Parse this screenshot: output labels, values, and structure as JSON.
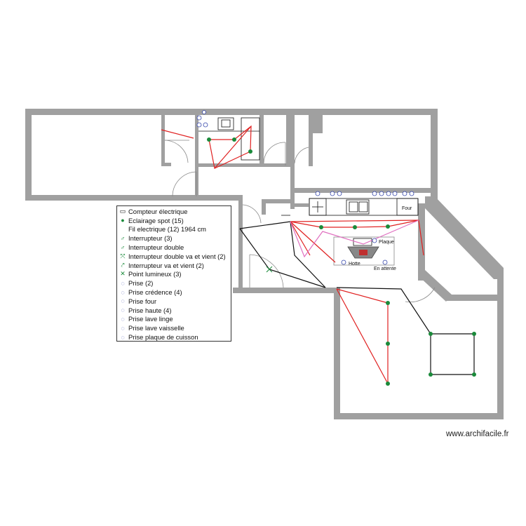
{
  "legend": {
    "items": [
      {
        "icon": "meter-icon",
        "label": "Compteur électrique"
      },
      {
        "icon": "spot-light-icon",
        "label": "Eclairage spot (15)"
      },
      {
        "icon": "",
        "label": "Fil electrique (12) 1964 cm"
      },
      {
        "icon": "switch-icon",
        "label": "Interrupteur (3)"
      },
      {
        "icon": "double-switch-icon",
        "label": "Interrupteur double"
      },
      {
        "icon": "double-two-way-switch-icon",
        "label": "Interrupteur double va et vient (2)"
      },
      {
        "icon": "two-way-switch-icon",
        "label": "Interrupteur va et vient (2)"
      },
      {
        "icon": "light-point-icon",
        "label": "Point lumineux (3)"
      },
      {
        "icon": "outlet-icon",
        "label": "Prise (2)"
      },
      {
        "icon": "counter-outlet-icon",
        "label": "Prise crédence (4)"
      },
      {
        "icon": "oven-outlet-icon",
        "label": "Prise four"
      },
      {
        "icon": "high-outlet-icon",
        "label": "Prise haute (4)"
      },
      {
        "icon": "washer-outlet-icon",
        "label": "Prise lave linge"
      },
      {
        "icon": "dishwasher-outlet-icon",
        "label": "Prise lave vaisselle"
      },
      {
        "icon": "cooktop-outlet-icon",
        "label": "Prise plaque de cuisson"
      }
    ]
  },
  "plan_labels": {
    "four": "Four",
    "plaque": "Plaque",
    "hotte": "Hotte",
    "en_attente": "En attente"
  },
  "watermark": "www.archifacile.fr",
  "colors": {
    "wall": "#a0a0a0",
    "wire_red": "#e02020",
    "wire_black": "#111111",
    "wire_pink": "#e070c0",
    "spot_green": "#1a8a3a"
  }
}
